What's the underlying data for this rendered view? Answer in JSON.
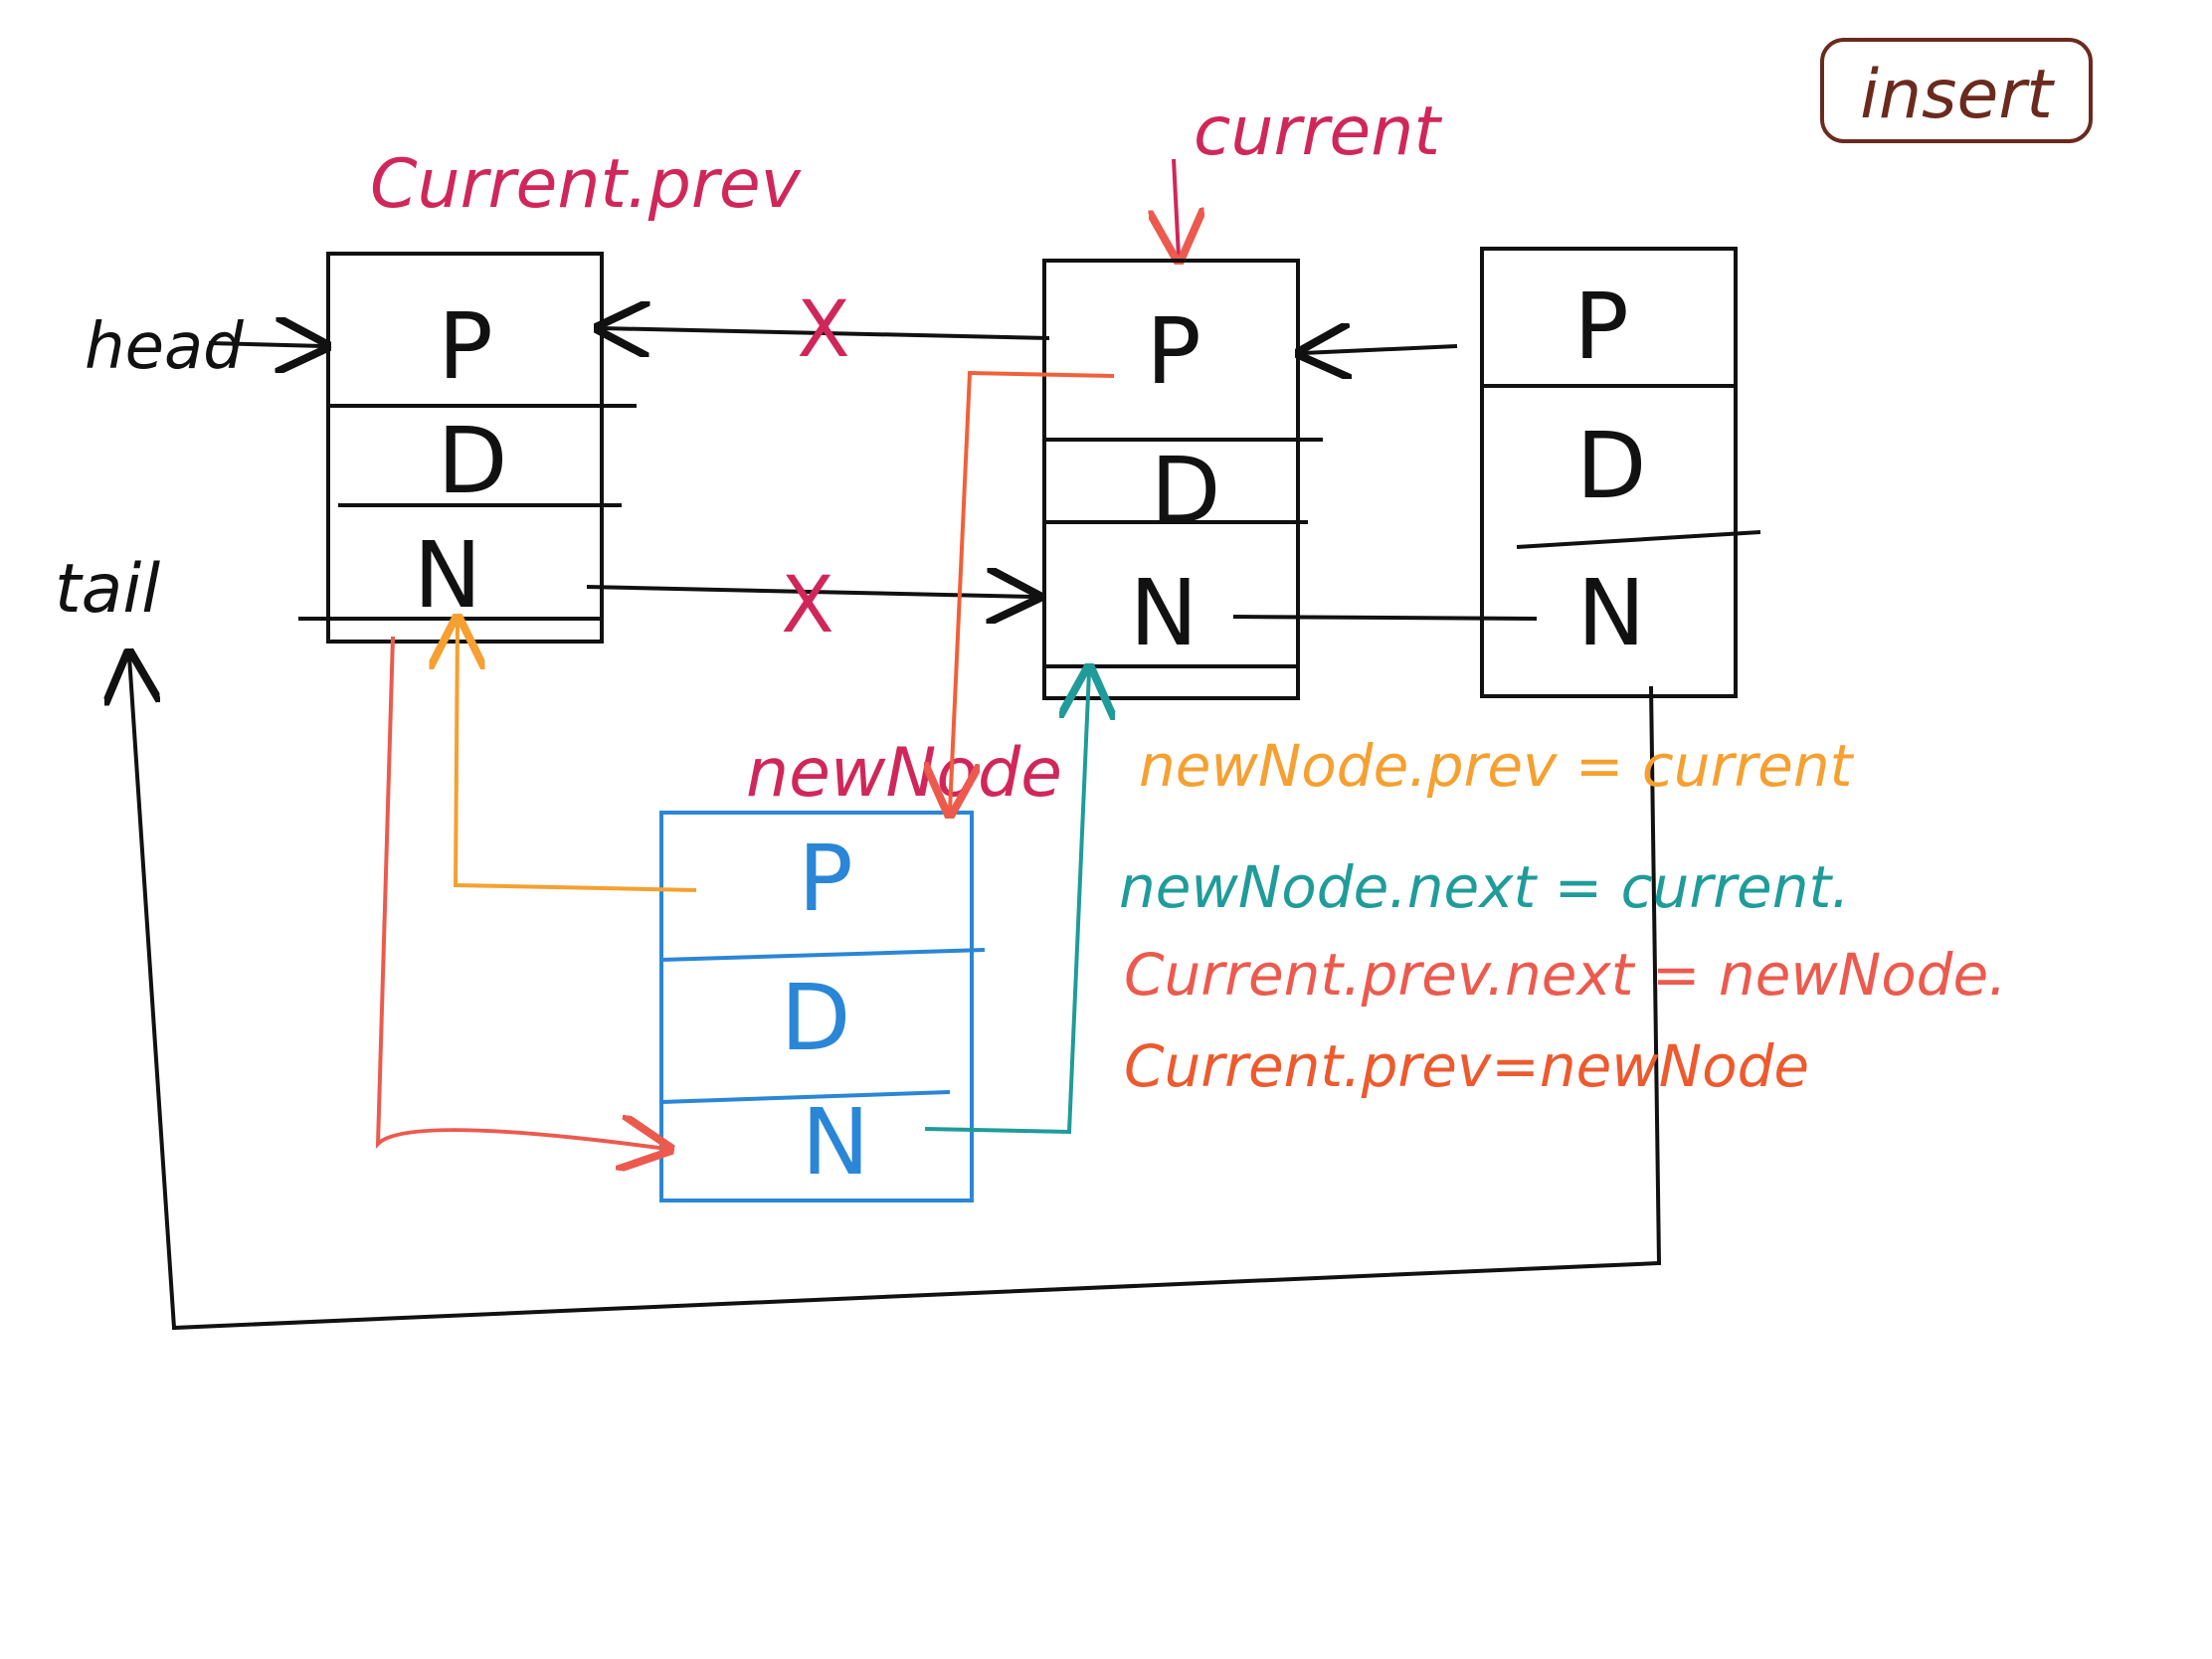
{
  "title_box": {
    "label": "insert"
  },
  "labels": {
    "head": "head",
    "tail": "tail",
    "current_prev": "Current.prev",
    "current": "current",
    "new_node": "newNode"
  },
  "nodes": {
    "prev_node": {
      "p": "P",
      "d": "D",
      "n": "N"
    },
    "current_node": {
      "p": "P",
      "d": "D",
      "n": "N"
    },
    "next_node": {
      "p": "P",
      "d": "D",
      "n": "N"
    },
    "new_node": {
      "p": "P",
      "d": "D",
      "n": "N"
    }
  },
  "marks": {
    "cut_prev": "X",
    "cut_next": "X"
  },
  "steps": [
    {
      "text": "newNode.prev = current",
      "color": "#f5a030"
    },
    {
      "text": "newNode.next = current.",
      "color": "#1f9c9a"
    },
    {
      "text": "Current.prev.next = newNode.",
      "color": "#ec5a4e"
    },
    {
      "text": "Current.prev=newNode",
      "color": "#ec5a2e"
    }
  ],
  "colors": {
    "ink": "#111111",
    "label": "#d0275a",
    "new_node": "#2a86d6",
    "title_box": "#6b2a1e",
    "arrow_prev": "#f5a030",
    "arrow_next": "#1f9c9a",
    "arrow_link": "#ec5a4e",
    "arrow_cur_prev": "#f0603a"
  }
}
